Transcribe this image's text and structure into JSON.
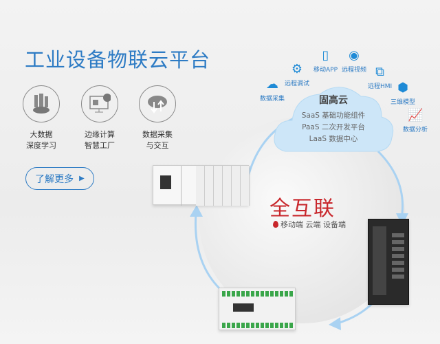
{
  "header": {
    "title": "工业设备物联云平台"
  },
  "features": [
    {
      "icon": "big-data-icon",
      "line1": "大数据",
      "line2": "深度学习"
    },
    {
      "icon": "edge-computing-icon",
      "line1": "边缘计算",
      "line2": "智慧工厂"
    },
    {
      "icon": "cloud-sync-icon",
      "line1": "数据采集",
      "line2": "与交互"
    }
  ],
  "more_button": {
    "label": "了解更多"
  },
  "cloud": {
    "name": "固高云",
    "lines": [
      "SaaS 基础功能组件",
      "PaaS 二次开发平台",
      "LaaS 数据中心"
    ]
  },
  "services": [
    {
      "icon": "cloud-transfer-icon",
      "label": "数据采集"
    },
    {
      "icon": "remote-debug-icon",
      "label": "远程调试"
    },
    {
      "icon": "mobile-icon",
      "label": "移动APP"
    },
    {
      "icon": "webcam-icon",
      "label": "远程视频"
    },
    {
      "icon": "remote-hmi-icon",
      "label": "远程HMI"
    },
    {
      "icon": "cube-icon",
      "label": "三维模型"
    },
    {
      "icon": "chart-board-icon",
      "label": "数据分析"
    }
  ],
  "brand": {
    "title": "全互联",
    "subtitle": "移动端 云端 设备端"
  },
  "colors": {
    "accent": "#2d7bc4",
    "brand_red": "#c8262b"
  }
}
